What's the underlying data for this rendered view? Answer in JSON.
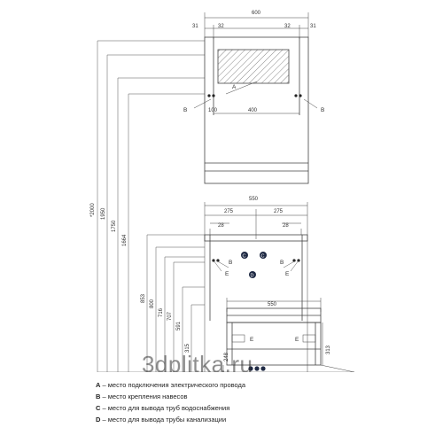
{
  "drawing": {
    "top": {
      "width": "600",
      "offset_left": "31",
      "offset_right": "31",
      "inner_left": "32",
      "inner_right": "32",
      "label_a": "A",
      "label_b_left": "B",
      "label_b_right": "B",
      "dim_100": "100",
      "dim_400": "400"
    },
    "vertical": {
      "h2000": "*2000",
      "h1950": "1950",
      "h1750": "1750",
      "h1664": "1664",
      "h853": "853",
      "h800": "800",
      "h716": "716",
      "h707": "707",
      "h591": "591",
      "h315": "315",
      "h248": "248",
      "h313": "313"
    },
    "middle": {
      "width": "550",
      "half_left": "275",
      "half_right": "275",
      "inner_left": "28",
      "inner_right": "28",
      "label_c_left": "C",
      "label_c_right": "C",
      "label_b_left": "B",
      "label_b_right": "B",
      "label_d": "D",
      "label_e_left": "E",
      "label_e_right": "E"
    },
    "bottom": {
      "width": "550",
      "label_e_left": "E",
      "label_e_right": "E"
    },
    "watermark": "3dplitka.ru"
  },
  "legend": [
    {
      "key": "A",
      "text": " – место подключения электрического провода"
    },
    {
      "key": "B",
      "text": " – место крепления навесов"
    },
    {
      "key": "C",
      "text": " – место для вывода труб водоснабжения"
    },
    {
      "key": "D",
      "text": " – место для вывода трубы канализации"
    }
  ]
}
